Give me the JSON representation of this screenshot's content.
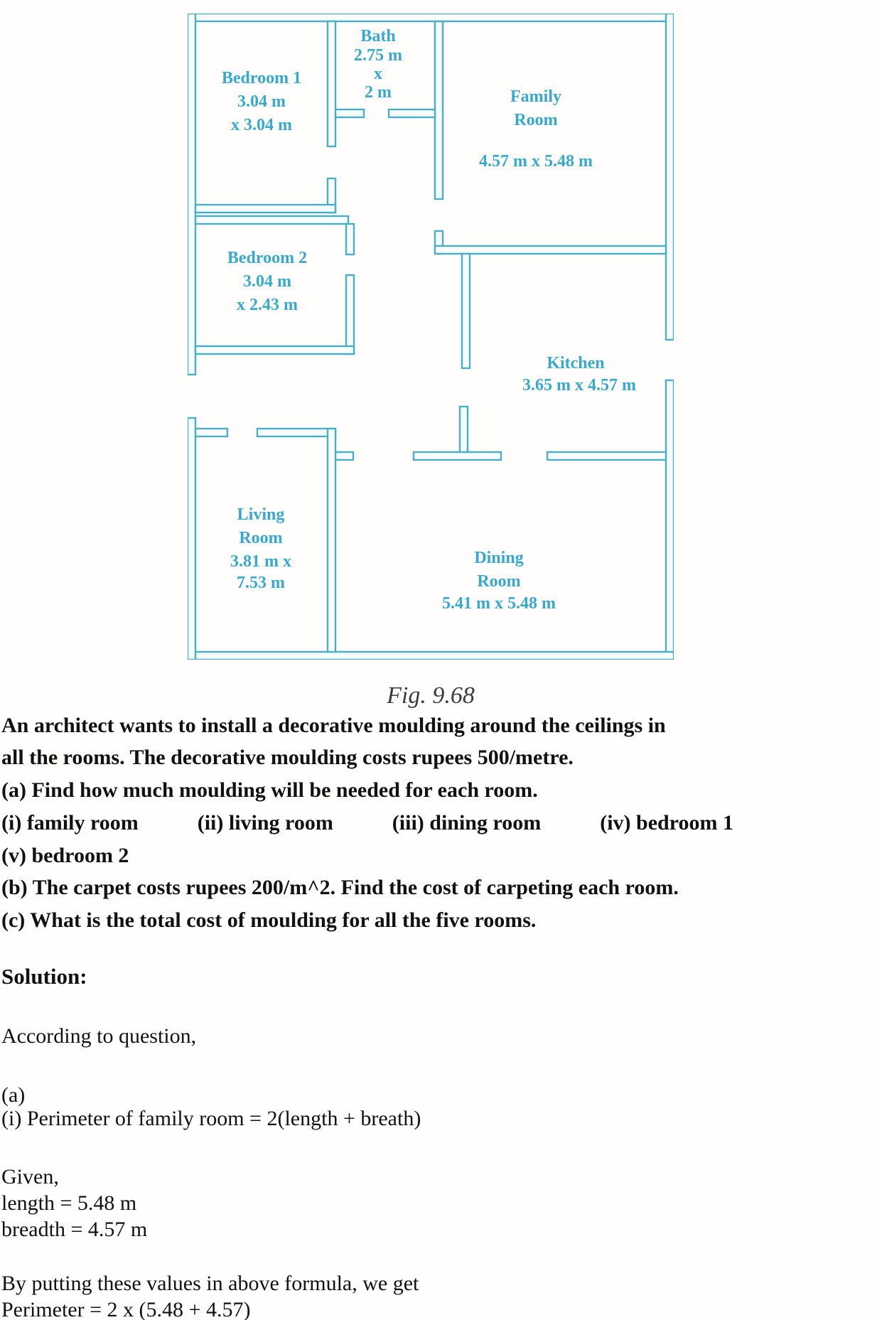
{
  "figure": {
    "caption": "Fig. 9.68",
    "rooms": {
      "bedroom1": {
        "name": "Bedroom 1",
        "dim1": "3.04 m",
        "dim2": "x 3.04 m"
      },
      "bath": {
        "name": "Bath",
        "dim1": "2.75 m",
        "dim2": "x",
        "dim3": "2 m"
      },
      "family": {
        "name1": "Family",
        "name2": "Room",
        "dims": "4.57 m x 5.48 m"
      },
      "bedroom2": {
        "name": "Bedroom 2",
        "dim1": "3.04 m",
        "dim2": "x 2.43 m"
      },
      "kitchen": {
        "name": "Kitchen",
        "dims": "3.65 m x 4.57 m"
      },
      "living": {
        "name1": "Living",
        "name2": "Room",
        "dim1": "3.81 m x",
        "dim2": "7.53 m"
      },
      "dining": {
        "name1": "Dining",
        "name2": "Room",
        "dims": "5.41 m x 5.48 m"
      }
    }
  },
  "problem": {
    "line1": "An architect wants to install a decorative moulding around the ceilings in",
    "line2": "all the rooms. The decorative moulding costs rupees 500/metre.",
    "line3": "(a) Find how much moulding will be needed for each room.",
    "items": [
      "(i) family room",
      "(ii) living room",
      "(iii) dining room",
      "(iv) bedroom 1"
    ],
    "line5": "(v) bedroom 2",
    "line6": "(b) The carpet costs rupees 200/m^2. Find the cost of carpeting each room.",
    "line7": "(c) What is the total cost of moulding for all the five rooms."
  },
  "solution": {
    "heading": "Solution:",
    "line1": "According to question,",
    "line2": "(a)",
    "line3": "(i) Perimeter of family room = 2(length + breath)",
    "line4": "Given,",
    "line5": "length = 5.48 m",
    "line6": "breadth = 4.57 m",
    "line7": "By putting these values in above formula, we get",
    "line8": "Perimeter = 2 x (5.48 + 4.57)"
  },
  "colors": {
    "wall_line": "#4aaec6",
    "room_label": "#36a9cc",
    "body_text": "#111111"
  }
}
